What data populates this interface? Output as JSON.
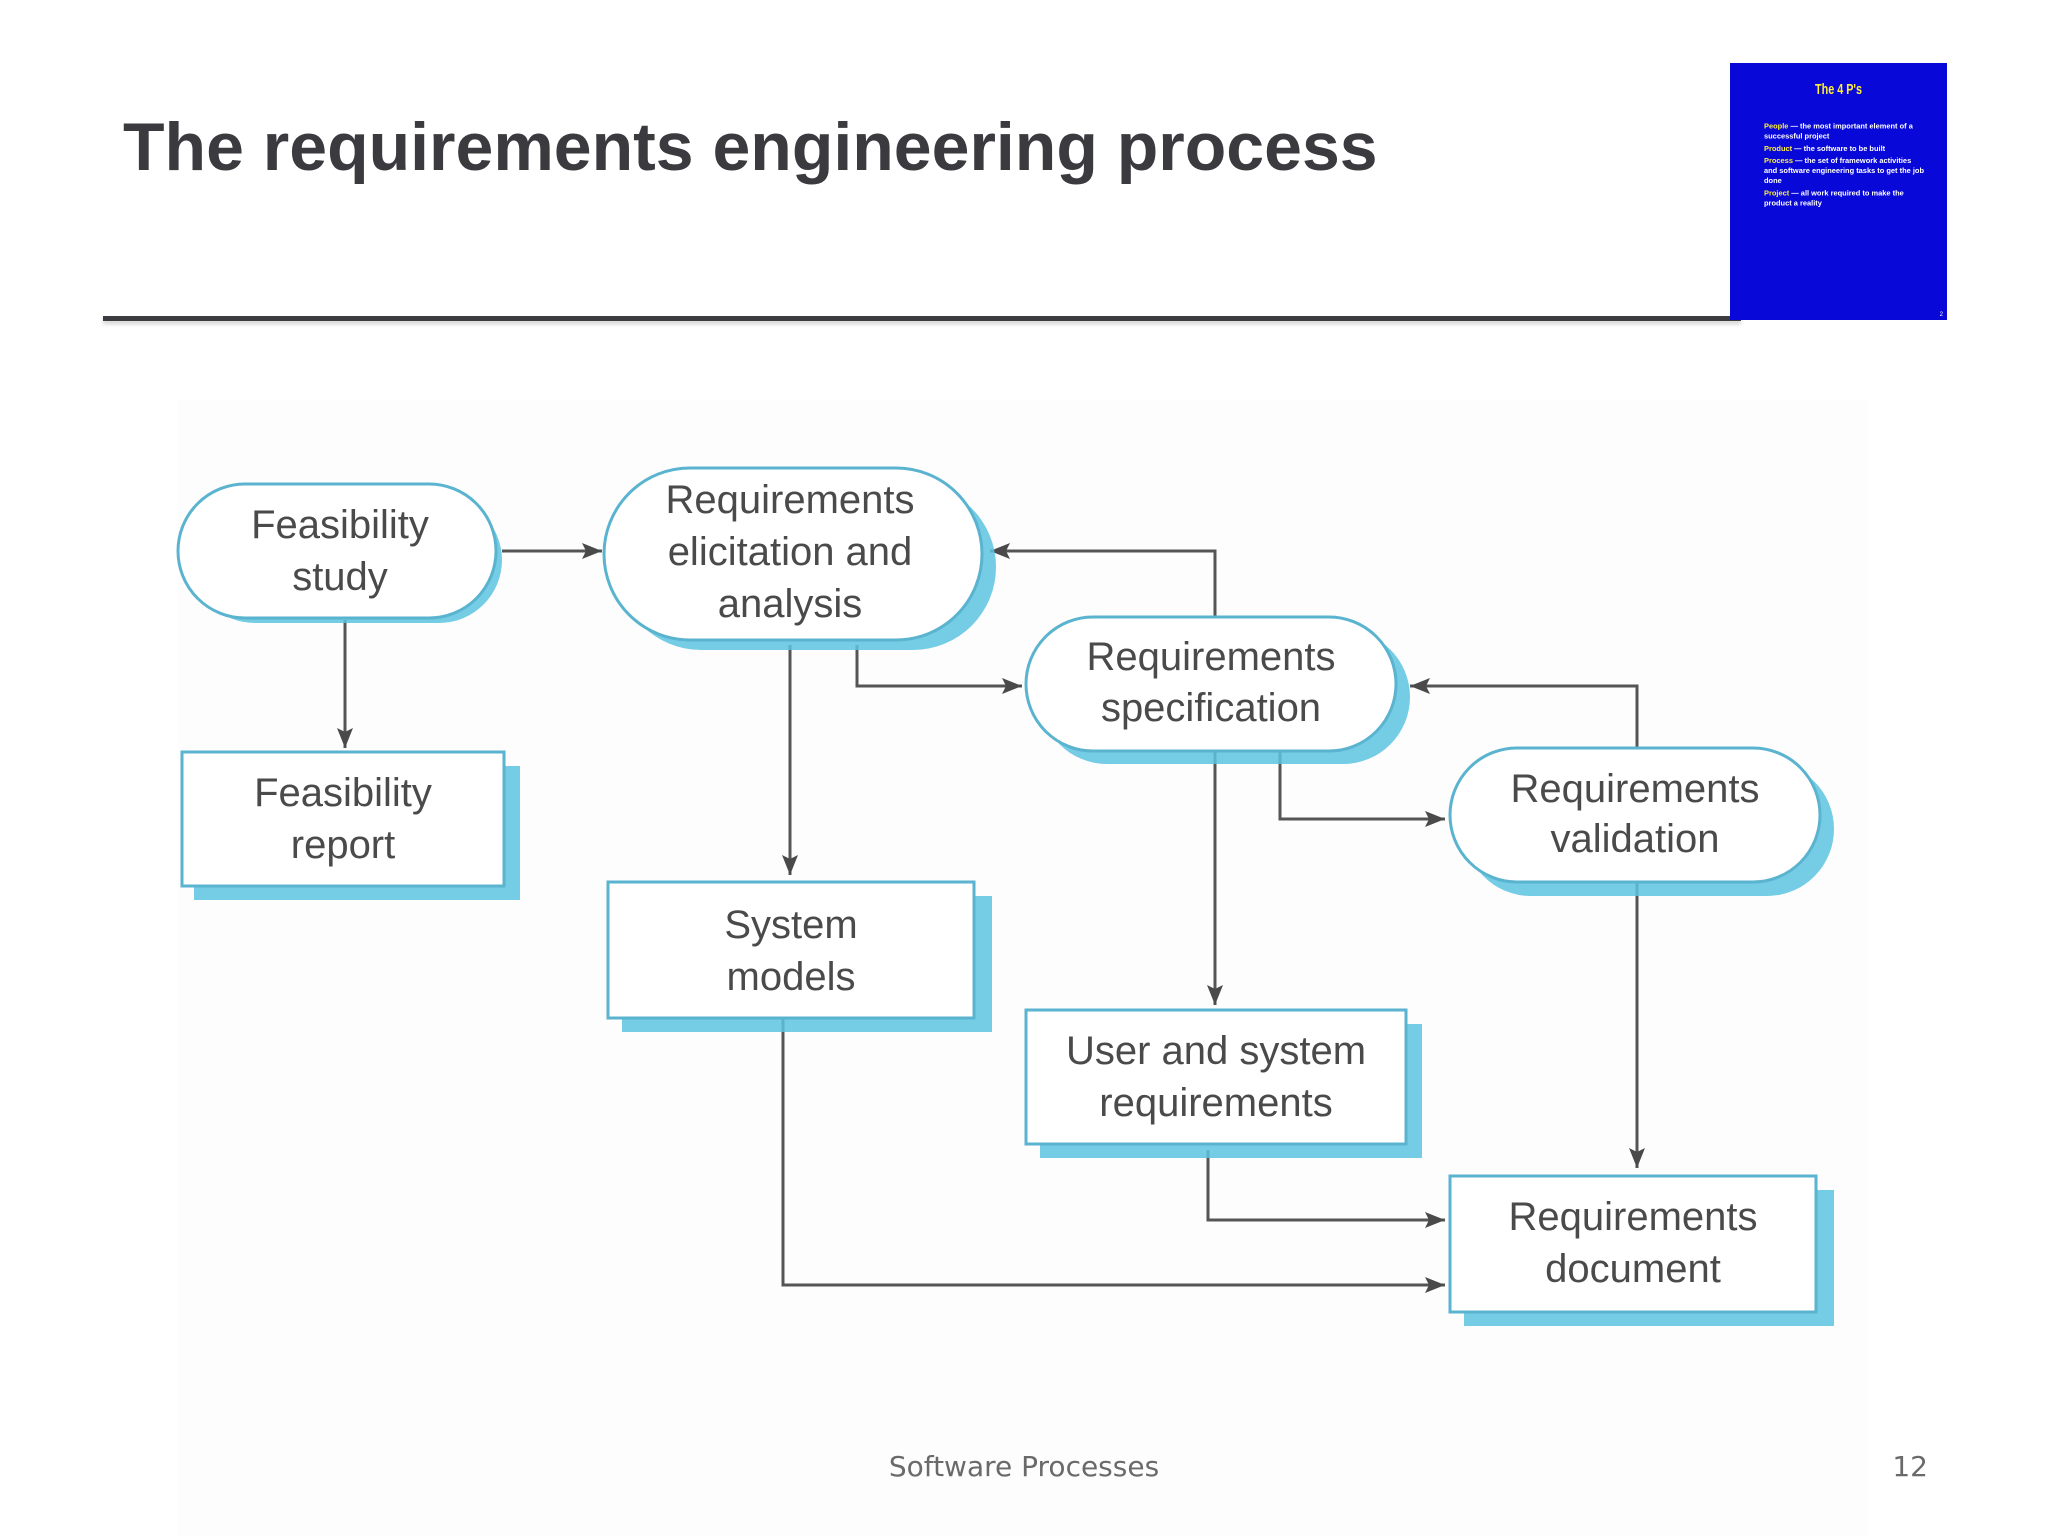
{
  "slide": {
    "title": "The requirements engineering process",
    "footer": "Software Processes",
    "page_number": "12"
  },
  "thumbnail": {
    "title": "The 4 P's",
    "bullets": [
      {
        "key": "People",
        "text": " — the most important element of a successful project"
      },
      {
        "key": "Product",
        "text": " — the software to be built"
      },
      {
        "key": "Process",
        "text": " — the set of framework activities and software engineering tasks to get the job done"
      },
      {
        "key": "Project",
        "text": " — all work required to make the product a reality"
      }
    ],
    "slide_number": "2"
  },
  "diagram": {
    "colors": {
      "node_fill": "#ffffff",
      "node_border": "#5ab3cf",
      "node_shadow": "#5cc3e0",
      "line": "#555555",
      "text": "#4a4a4a"
    },
    "nodes": {
      "feasibility_study": {
        "type": "process",
        "lines": [
          "Feasibility",
          "study"
        ]
      },
      "elicitation": {
        "type": "process",
        "lines": [
          "Requirements",
          "elicitation and",
          "analysis"
        ]
      },
      "specification": {
        "type": "process",
        "lines": [
          "Requirements",
          "specification"
        ]
      },
      "validation": {
        "type": "process",
        "lines": [
          "Requirements",
          "validation"
        ]
      },
      "feasibility_report": {
        "type": "document",
        "lines": [
          "Feasibility",
          "report"
        ]
      },
      "system_models": {
        "type": "document",
        "lines": [
          "System",
          "models"
        ]
      },
      "user_system_requirements": {
        "type": "document",
        "lines": [
          "User and system",
          "requirements"
        ]
      },
      "requirements_document": {
        "type": "document",
        "lines": [
          "Requirements",
          "document"
        ]
      }
    }
  }
}
